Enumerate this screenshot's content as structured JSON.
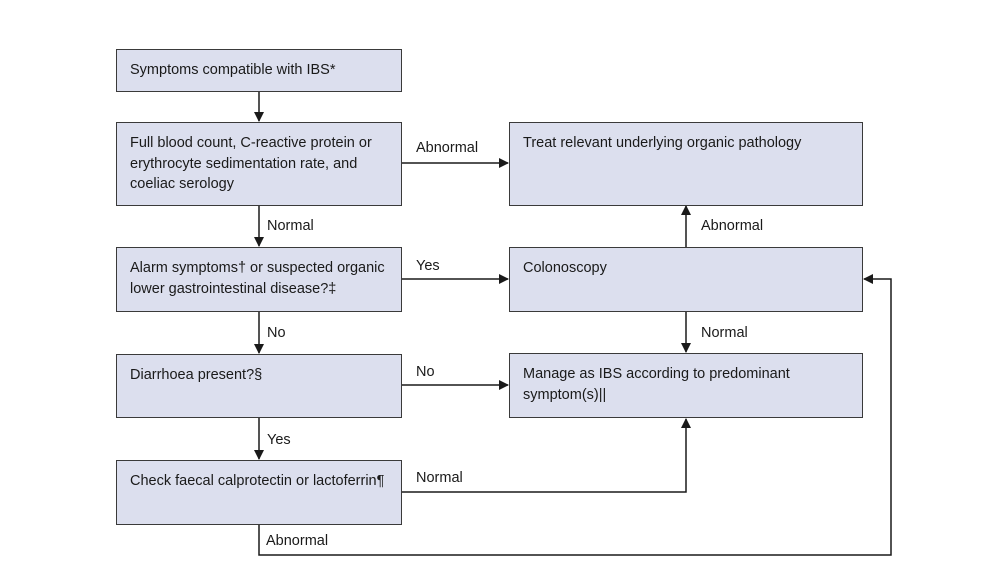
{
  "boxes": {
    "symptoms": "Symptoms compatible with IBS*",
    "blood_tests": "Full blood count, C-reactive protein or erythrocyte sedimentation rate, and coeliac serology",
    "alarm": "Alarm symptoms† or suspected organic lower gastrointestinal disease?‡",
    "diarrhoea": "Diarrhoea present?§",
    "calprotectin": "Check faecal calprotectin or lactoferrin¶",
    "treat_organic": "Treat relevant underlying organic pathology",
    "colonoscopy": "Colonoscopy",
    "manage_ibs": "Manage as IBS according to predominant symptom(s)||"
  },
  "labels": {
    "blood_abnormal": "Abnormal",
    "blood_normal": "Normal",
    "alarm_yes": "Yes",
    "alarm_no": "No",
    "diarrhoea_no": "No",
    "diarrhoea_yes": "Yes",
    "calpro_normal": "Normal",
    "calpro_abnormal": "Abnormal",
    "colon_abnormal": "Abnormal",
    "colon_normal": "Normal"
  },
  "colors": {
    "box_fill": "#dcdfee",
    "line": "#1a1a1a"
  }
}
